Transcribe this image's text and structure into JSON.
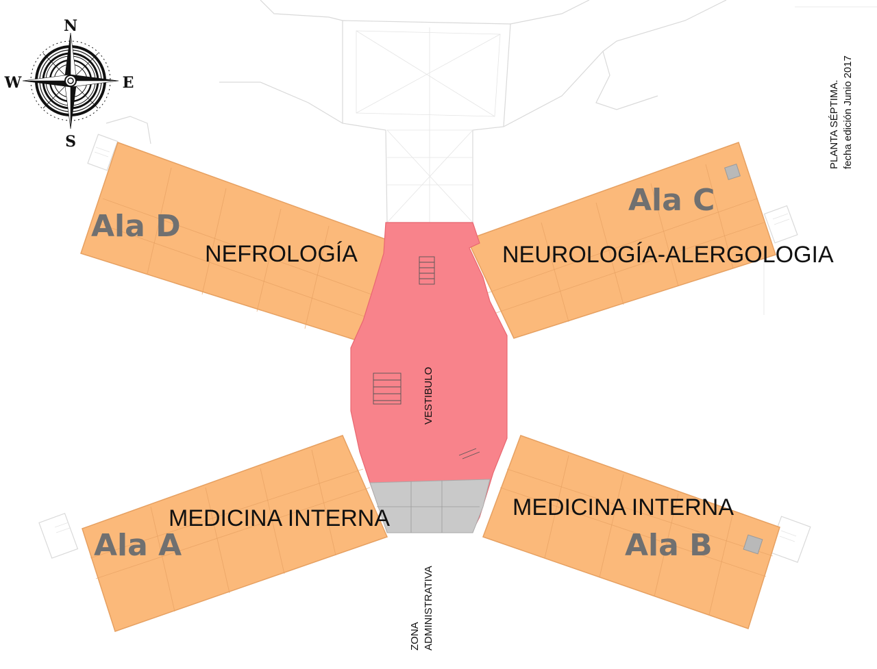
{
  "colors": {
    "wing": "#fbb97a",
    "wing_stroke": "#e6a061",
    "vestibule": "#f8838b",
    "vestibule_stroke": "#e86670",
    "admin": "#c9c9c9",
    "outline": "#d9d9d9",
    "label_dark": "#111111",
    "label_ala": "#707070"
  },
  "compass": {
    "icon": "compass-rose-icon",
    "north": "N",
    "south": "S",
    "east": "E",
    "west": "W"
  },
  "title": {
    "line1": "PLANTA SÉPTIMA.",
    "line2": "fecha edición Junio 2017"
  },
  "wings": {
    "d": {
      "ala": "Ala D",
      "department": "NEFROLOGÍA"
    },
    "c": {
      "ala": "Ala C",
      "department": "NEUROLOGÍA-ALERGOLOGIA"
    },
    "a": {
      "ala": "Ala A",
      "department": "MEDICINA INTERNA"
    },
    "b": {
      "ala": "Ala B",
      "department": "MEDICINA INTERNA"
    }
  },
  "central": {
    "vestibule": "VESTIBULO",
    "admin_line1": "ZONA",
    "admin_line2": "ADMINISTRATIVA"
  }
}
